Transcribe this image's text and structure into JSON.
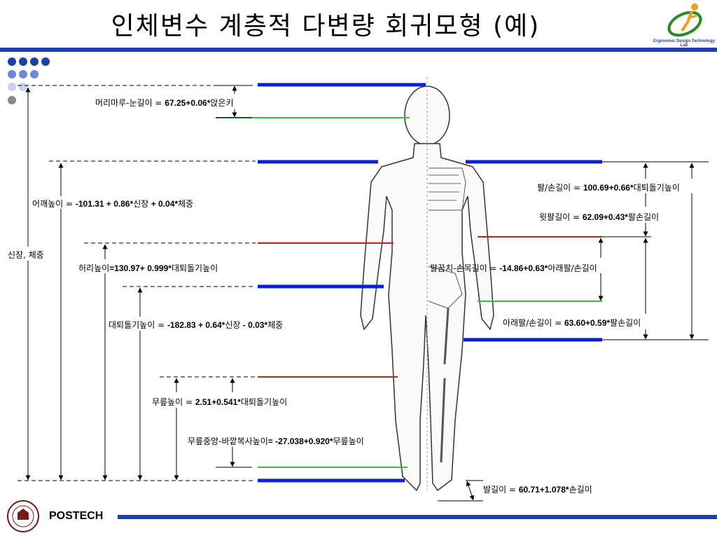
{
  "title": "인체변수 계층적 다변량 회귀모형 (예)",
  "logo": {
    "text": "Ergonomic Design Technology Lab",
    "icon": "figure-swoosh-icon"
  },
  "footer": {
    "brand": "POSTECH",
    "seal_icon": "university-seal-icon"
  },
  "colors": {
    "primary_blue": "#1e3fa8",
    "bar_blue": "#0b1fd6",
    "bar_red": "#e0141a",
    "bar_green": "#3fb83f"
  },
  "labels": {
    "stature_weight": "신장, 체중",
    "shoulder": {
      "name": "어깨높이 = ",
      "formula": "-101.31 + 0.86*",
      "t2": "신장",
      "t3": " + 0.04*",
      "t4": "체중"
    },
    "head_eye": {
      "name": "머리마루-눈길이 = ",
      "formula": "67.25+0.06*",
      "t2": "앉은키"
    },
    "waist": {
      "name": "허리높이",
      "formula": "=130.97+ 0.999*",
      "t2": "대퇴돌기높이"
    },
    "trochanter": {
      "name": "대퇴돌기높이 = ",
      "formula": "-182.83 + 0.64*",
      "t2": "신장",
      "t3": " - 0.03*",
      "t4": "체중"
    },
    "knee": {
      "name": "무릎높이 = ",
      "formula": "2.51+0.541*",
      "t2": "대퇴돌기높이"
    },
    "knee_ankle": {
      "name": "무릎중앙-바깥복사높이",
      "formula": "= -27.038+0.920*",
      "t2": "무릎높이"
    },
    "arm_hand": {
      "name": "팔/손길이 = ",
      "formula": "100.69+0.66*",
      "t2": "대퇴돌기높이"
    },
    "upper_arm": {
      "name": "윗팔길이 = ",
      "formula": "62.09+0.43*",
      "t2": "팔손길이"
    },
    "elbow_wrist": {
      "name": "팔꿈치-손목길이 = ",
      "formula": "-14.86+0.63*",
      "t2": "아래팔/손길이"
    },
    "forearm_hand": {
      "name": "아래팔/손길이 = ",
      "formula": "63.60+0.59*",
      "t2": "팔손길이"
    },
    "foot": {
      "name": "발길이 = ",
      "formula": "60.71+1.078*",
      "t2": "손길이"
    }
  }
}
